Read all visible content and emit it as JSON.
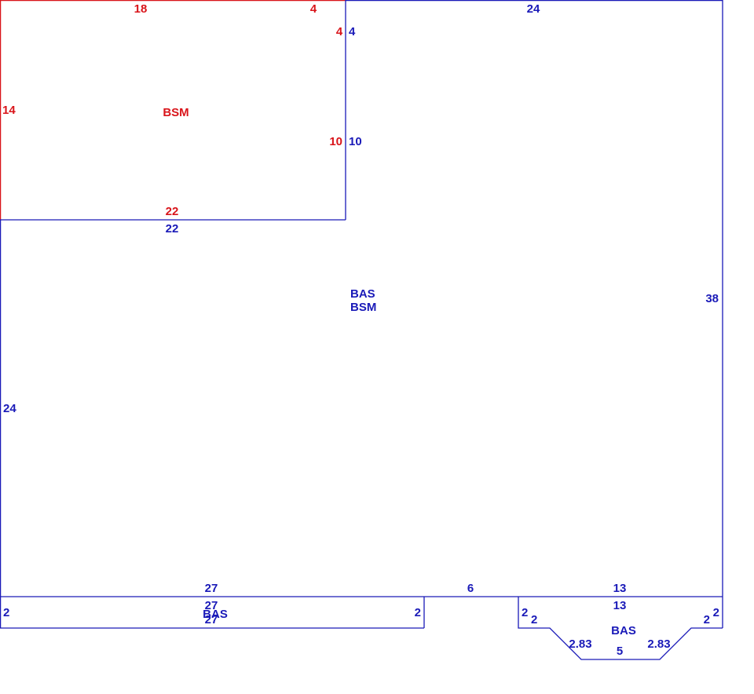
{
  "colors": {
    "bsm_outline": "#d9141a",
    "bas_outline": "#1a1ab8"
  },
  "bsm_upper": {
    "area_label": "BSM",
    "dims": {
      "top_left": "18",
      "top_right": "4",
      "notch_side": "4",
      "left": "14",
      "right": "10",
      "bottom": "22"
    }
  },
  "main": {
    "area_label_1": "BAS",
    "area_label_2": "BSM",
    "dims": {
      "top": "24",
      "notch_side": "4",
      "notch_right": "10",
      "notch_bottom": "22",
      "right": "38",
      "left": "24",
      "bottom_left": "27",
      "bottom_mid": "6",
      "bottom_right": "13"
    }
  },
  "bump_left": {
    "area_label": "BAS",
    "dims": {
      "top": "27",
      "bottom": "27",
      "left": "2",
      "right": "2"
    }
  },
  "bay_right": {
    "area_label": "BAS",
    "dims": {
      "top": "13",
      "left_outer": "2",
      "left_inner": "2",
      "right_outer": "2",
      "right_inner": "2",
      "diag_left": "2.83",
      "diag_right": "2.83",
      "bottom": "5"
    }
  }
}
